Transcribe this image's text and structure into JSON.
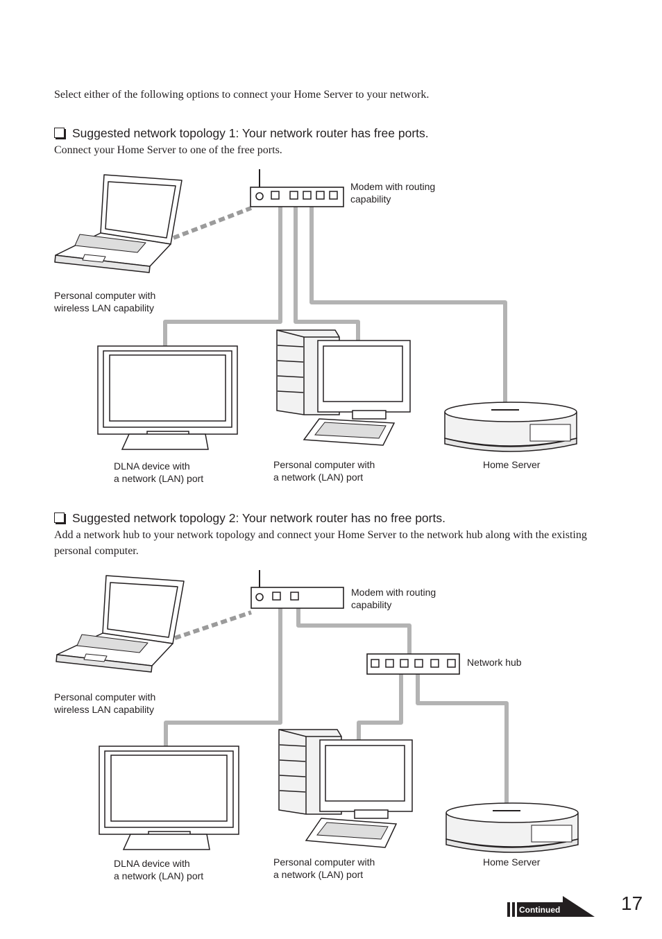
{
  "intro": "Select either of the following options to connect your Home Server to your network.",
  "topology1": {
    "heading": "Suggested network topology 1: Your network router has free ports.",
    "description": "Connect your Home Server to one of the free ports.",
    "labels": {
      "router_line1": "Modem with routing",
      "router_line2": "capability",
      "laptop_line1": "Personal computer with",
      "laptop_line2": "wireless LAN capability",
      "dlna_line1": "DLNA device with",
      "dlna_line2": "a network (LAN) port",
      "desktop_line1": "Personal computer with",
      "desktop_line2": "a network (LAN) port",
      "server": "Home Server"
    }
  },
  "topology2": {
    "heading": "Suggested network topology 2: Your network router has no free ports.",
    "description": "Add a network hub to your network topology and connect your Home Server to the network hub along with the existing personal computer.",
    "labels": {
      "router_line1": "Modem with routing",
      "router_line2": "capability",
      "hub": "Network hub",
      "laptop_line1": "Personal computer with",
      "laptop_line2": "wireless LAN capability",
      "dlna_line1": "DLNA device with",
      "dlna_line2": "a network (LAN) port",
      "desktop_line1": "Personal computer with",
      "desktop_line2": "a network (LAN) port",
      "server": "Home Server"
    }
  },
  "footer": {
    "continued": "Continued",
    "page_number": "17"
  },
  "colors": {
    "cable": "#b3b3b3",
    "wireless": "#9b9b9b",
    "text": "#231f20"
  }
}
